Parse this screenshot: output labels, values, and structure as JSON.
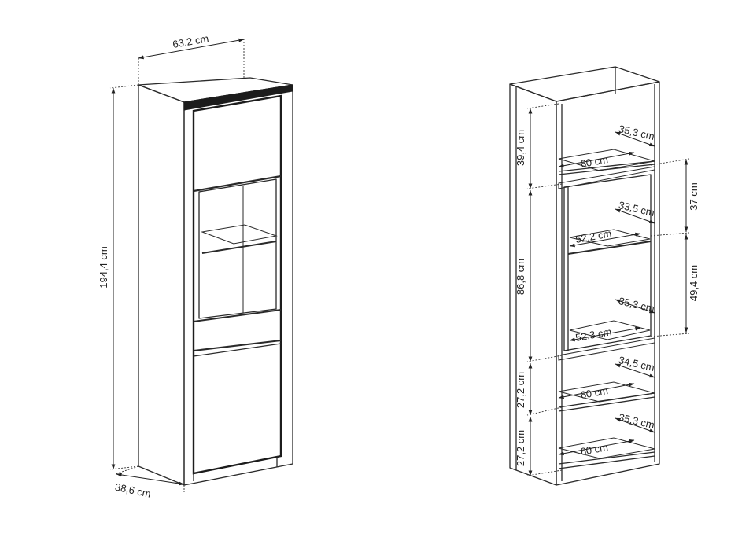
{
  "diagram": {
    "cabinet_left": {
      "width_label": "63,2 cm",
      "height_label": "194,4 cm",
      "depth_label": "38,6 cm"
    },
    "shelf_right": {
      "heights": [
        "39,4 cm",
        "86,8 cm",
        "27,2 cm",
        "27,2 cm"
      ],
      "right_heights": [
        "37 cm",
        "49,4 cm"
      ],
      "widths": [
        "60 cm",
        "52,2 cm",
        "52,3 cm",
        "60 cm",
        "60 cm"
      ],
      "depths": [
        "35,3 cm",
        "33,5 cm",
        "35,3 cm",
        "34,5 cm",
        "35,3 cm"
      ]
    }
  },
  "colors": {
    "line": "#2a2a2a",
    "background": "#ffffff"
  }
}
